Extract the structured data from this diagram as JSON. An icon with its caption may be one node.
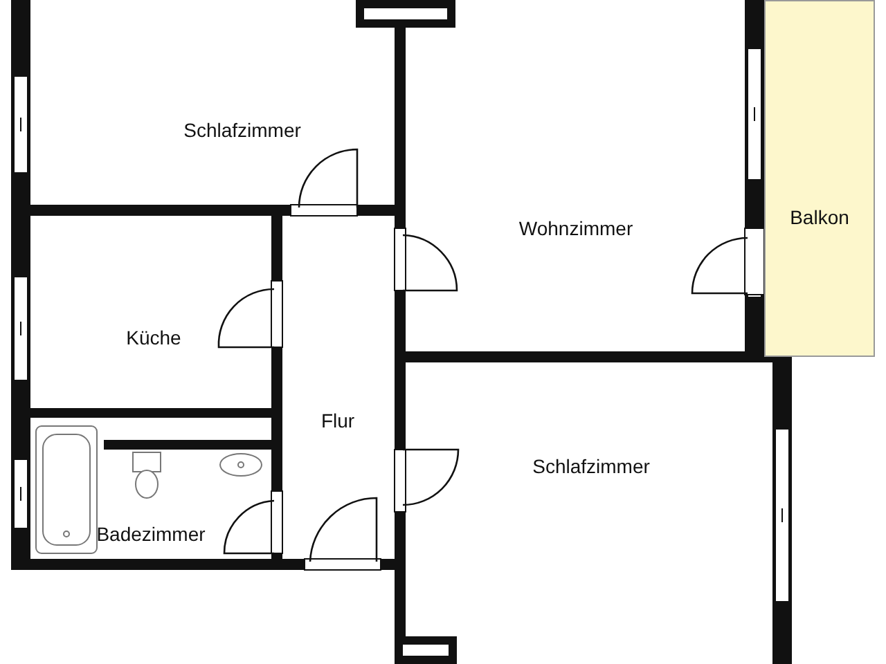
{
  "diagram": {
    "nodes": [
      {
        "text": [
          "Schlafzimmer"
        ]
      },
      {
        "text": [
          "Wohnzimmer"
        ]
      },
      {
        "text": [
          "Balkon"
        ]
      },
      {
        "text": [
          "Küche"
        ]
      },
      {
        "text": [
          "Flur"
        ]
      },
      {
        "text": [
          "Badezimmer"
        ]
      },
      {
        "text": [
          "Schlafzimmer"
        ]
      }
    ]
  }
}
